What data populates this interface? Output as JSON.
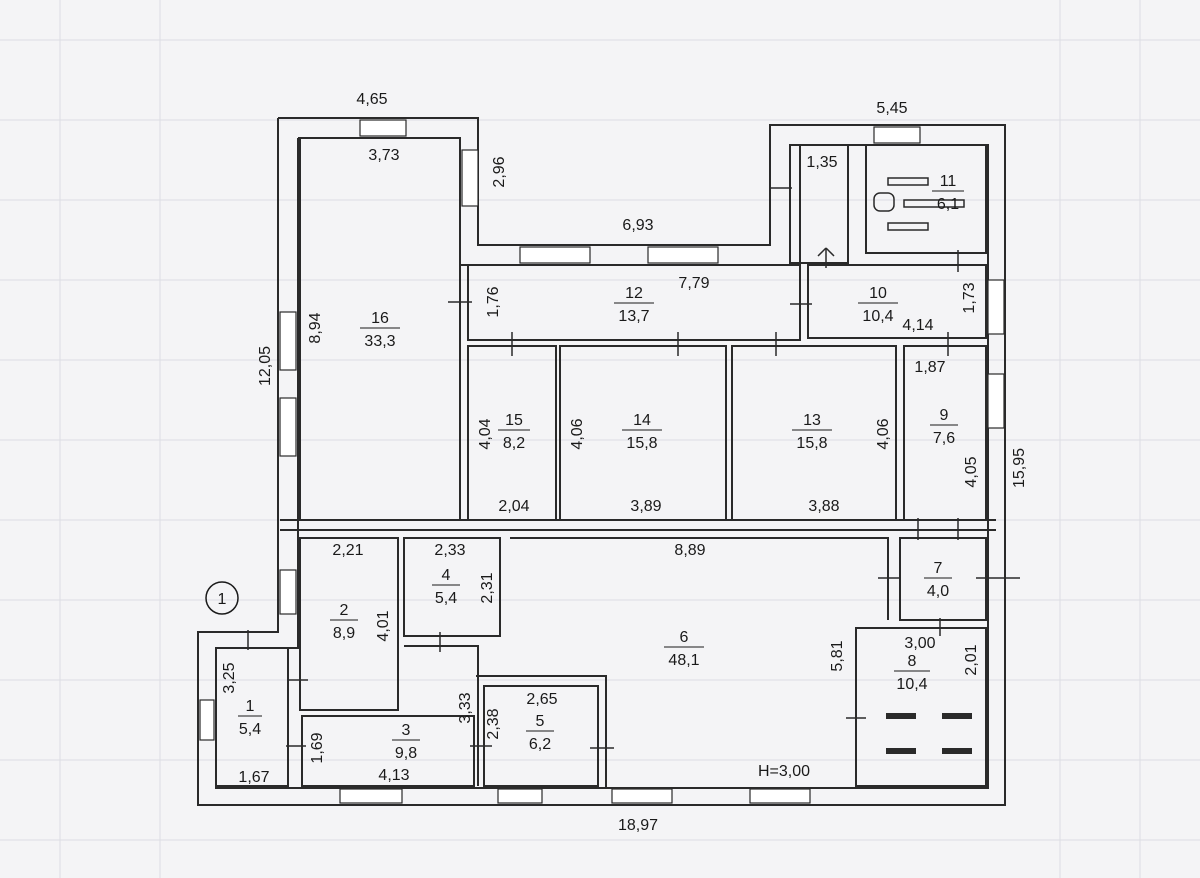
{
  "height_note": "H=3,00",
  "marker": "1",
  "rooms": [
    {
      "id": "1",
      "area": "5,4"
    },
    {
      "id": "2",
      "area": "8,9"
    },
    {
      "id": "3",
      "area": "9,8"
    },
    {
      "id": "4",
      "area": "5,4"
    },
    {
      "id": "5",
      "area": "6,2"
    },
    {
      "id": "6",
      "area": "48,1"
    },
    {
      "id": "7",
      "area": "4,0"
    },
    {
      "id": "8",
      "area": "10,4"
    },
    {
      "id": "9",
      "area": "7,6"
    },
    {
      "id": "10",
      "area": "10,4"
    },
    {
      "id": "11",
      "area": "6,1"
    },
    {
      "id": "12",
      "area": "13,7"
    },
    {
      "id": "13",
      "area": "15,8"
    },
    {
      "id": "14",
      "area": "15,8"
    },
    {
      "id": "15",
      "area": "8,2"
    },
    {
      "id": "16",
      "area": "33,3"
    }
  ],
  "dimensions": [
    "4,65",
    "3,73",
    "2,96",
    "5,45",
    "1,35",
    "6,93",
    "7,79",
    "1,76",
    "1,73",
    "4,14",
    "8,94",
    "12,05",
    "1,87",
    "4,04",
    "4,06",
    "4,06",
    "4,05",
    "15,95",
    "2,04",
    "3,89",
    "3,88",
    "2,21",
    "2,33",
    "8,89",
    "2,31",
    "4,01",
    "3,00",
    "5,81",
    "2,01",
    "3,25",
    "2,65",
    "3,33",
    "2,38",
    "1,69",
    "1,67",
    "4,13",
    "18,97"
  ]
}
